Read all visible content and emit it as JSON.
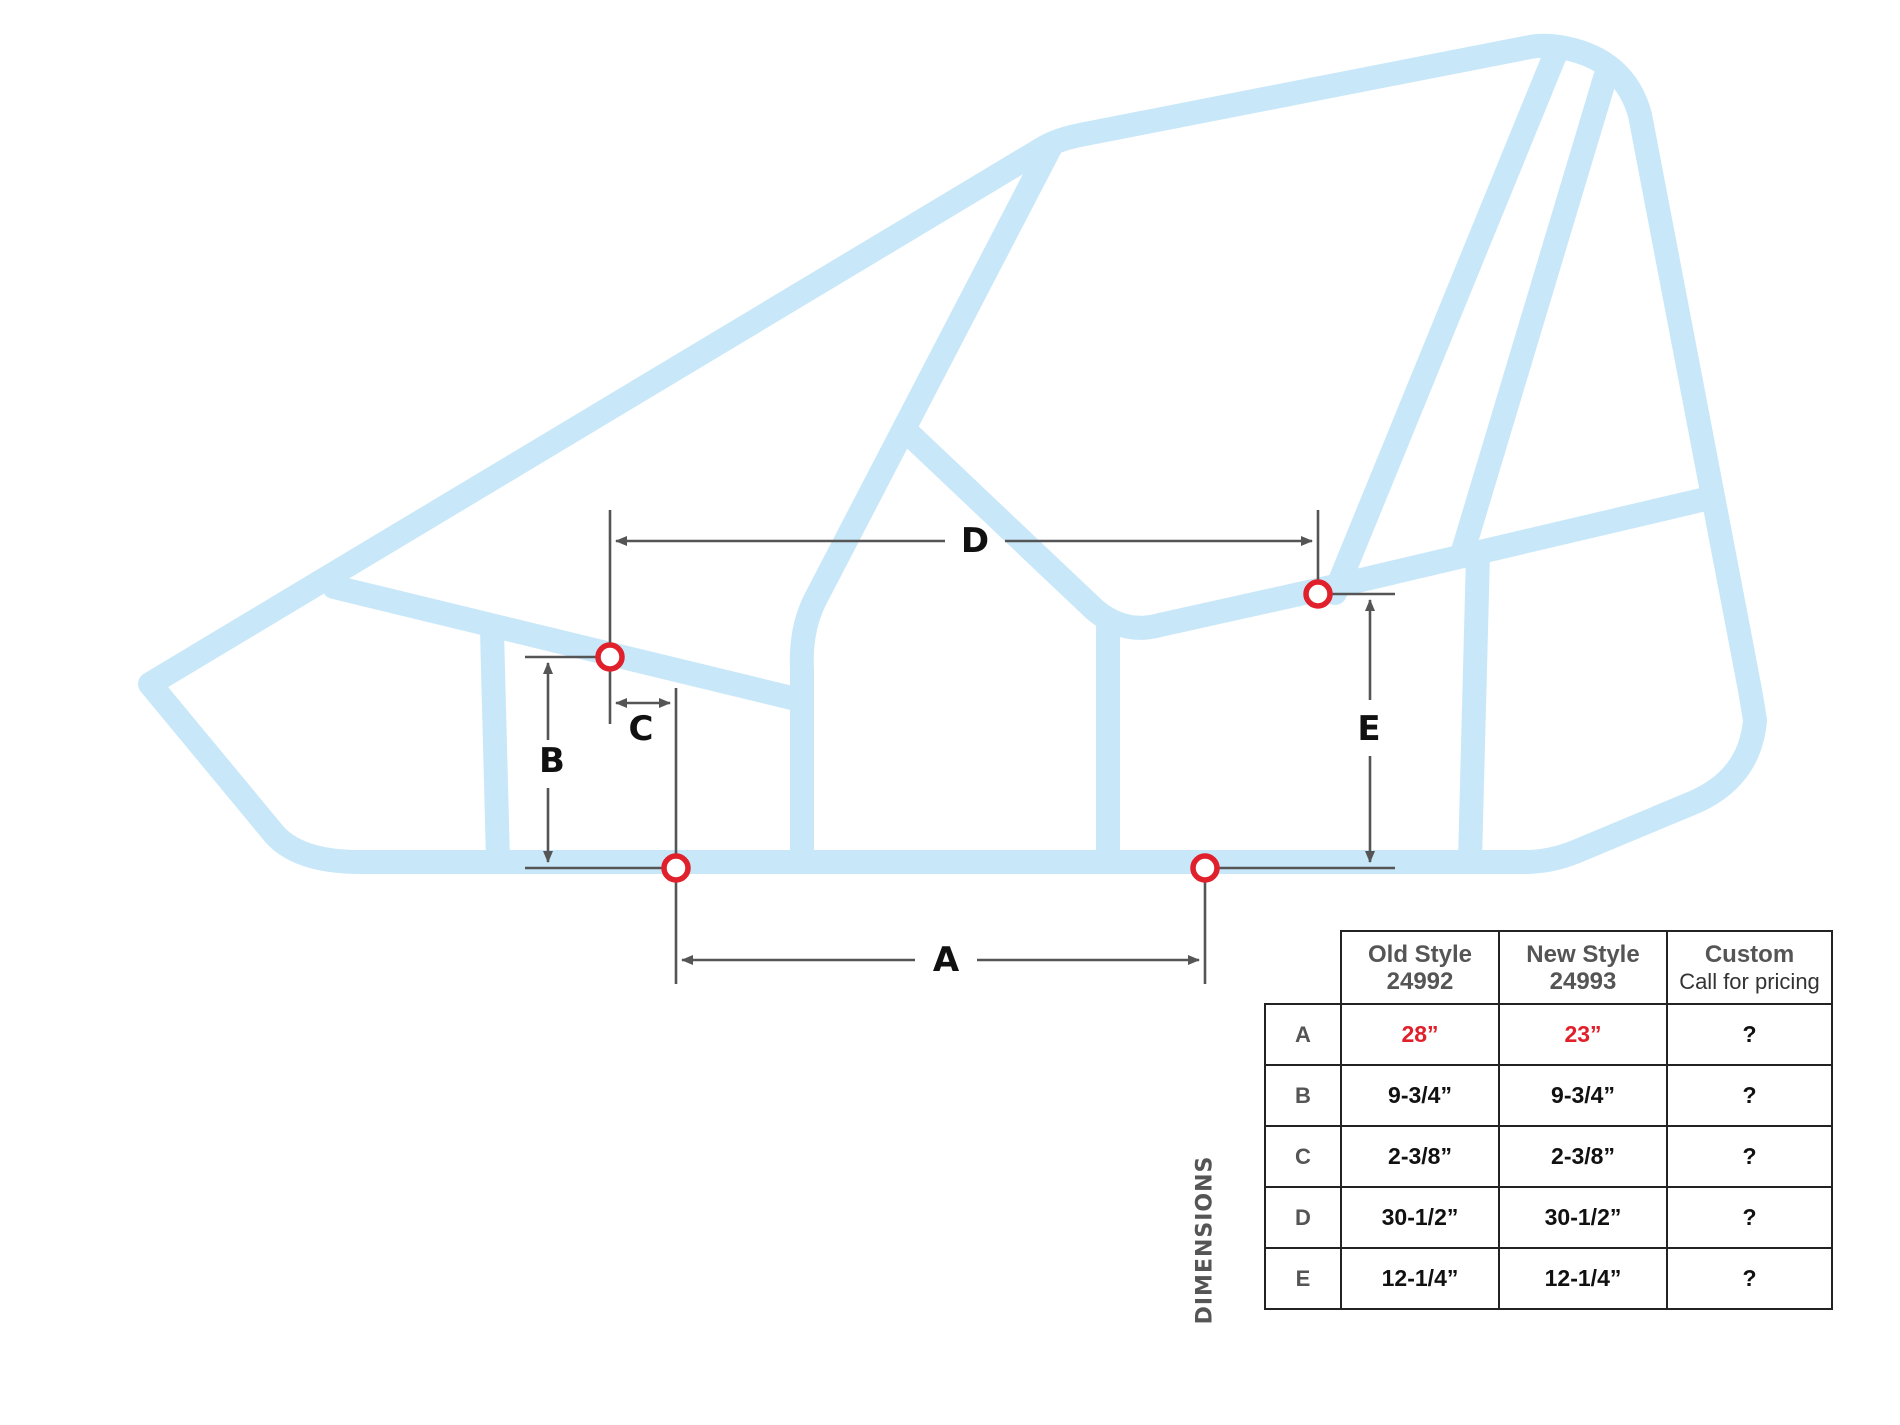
{
  "diagram": {
    "labels": {
      "a": "A",
      "b": "B",
      "c": "C",
      "d": "D",
      "e": "E"
    },
    "tube_color": "#c8e8f9",
    "mount_color": "#e0202a",
    "dimension_line_color": "#555555"
  },
  "table": {
    "side_label": "DIMENSIONS",
    "columns": [
      {
        "title": "Old Style",
        "subtitle": "24992"
      },
      {
        "title": "New Style",
        "subtitle": "24993"
      },
      {
        "title": "Custom",
        "subtitle": "Call for pricing"
      }
    ],
    "rows": [
      {
        "label": "A",
        "values": [
          "28”",
          "23”",
          "?"
        ]
      },
      {
        "label": "B",
        "values": [
          "9-3/4”",
          "9-3/4”",
          "?"
        ]
      },
      {
        "label": "C",
        "values": [
          "2-3/8”",
          "2-3/8”",
          "?"
        ]
      },
      {
        "label": "D",
        "values": [
          "30-1/2”",
          "30-1/2”",
          "?"
        ]
      },
      {
        "label": "E",
        "values": [
          "12-1/4”",
          "12-1/4”",
          "?"
        ]
      }
    ],
    "highlight_color": "#e0202a"
  }
}
